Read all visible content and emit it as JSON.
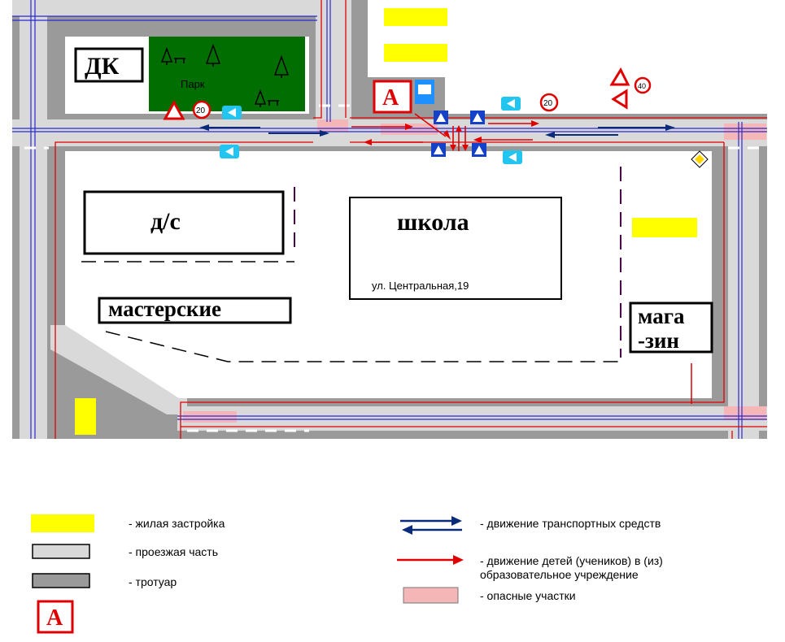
{
  "map": {
    "buildings": {
      "dk": "ДК",
      "park": "Парк",
      "kindergarten": "д/с",
      "school": "школа",
      "school_address": "ул. Центральная,19",
      "workshops": "мастерские",
      "shop_line1": "мага",
      "shop_line2": "-зин"
    },
    "signs": {
      "speed_limit_a": "20",
      "speed_limit_b": "20",
      "speed_limit_c": "40",
      "bus_stop_letter": "A"
    }
  },
  "legend": {
    "residential": "- жилая застройка",
    "roadway": "- проезжая часть",
    "sidewalk": "- тротуар",
    "bus_stop_letter": "A",
    "vehicle_traffic": "- движение транспортных средств",
    "children_line1": "- движение детей (учеников) в (из)",
    "children_line2": "образовательное учреждение",
    "danger_zones": "- опасные участки"
  },
  "colors": {
    "residential": "#ffff00",
    "roadway": "#d9d9d9",
    "sidewalk": "#9a9a9a",
    "park": "#006e00",
    "danger": "#f4b6b6",
    "vehicle_arrow": "#0a2a7a",
    "children_arrow": "#e00000",
    "lane_line": "#2a2ad0",
    "boundary_line": "#e00000"
  }
}
